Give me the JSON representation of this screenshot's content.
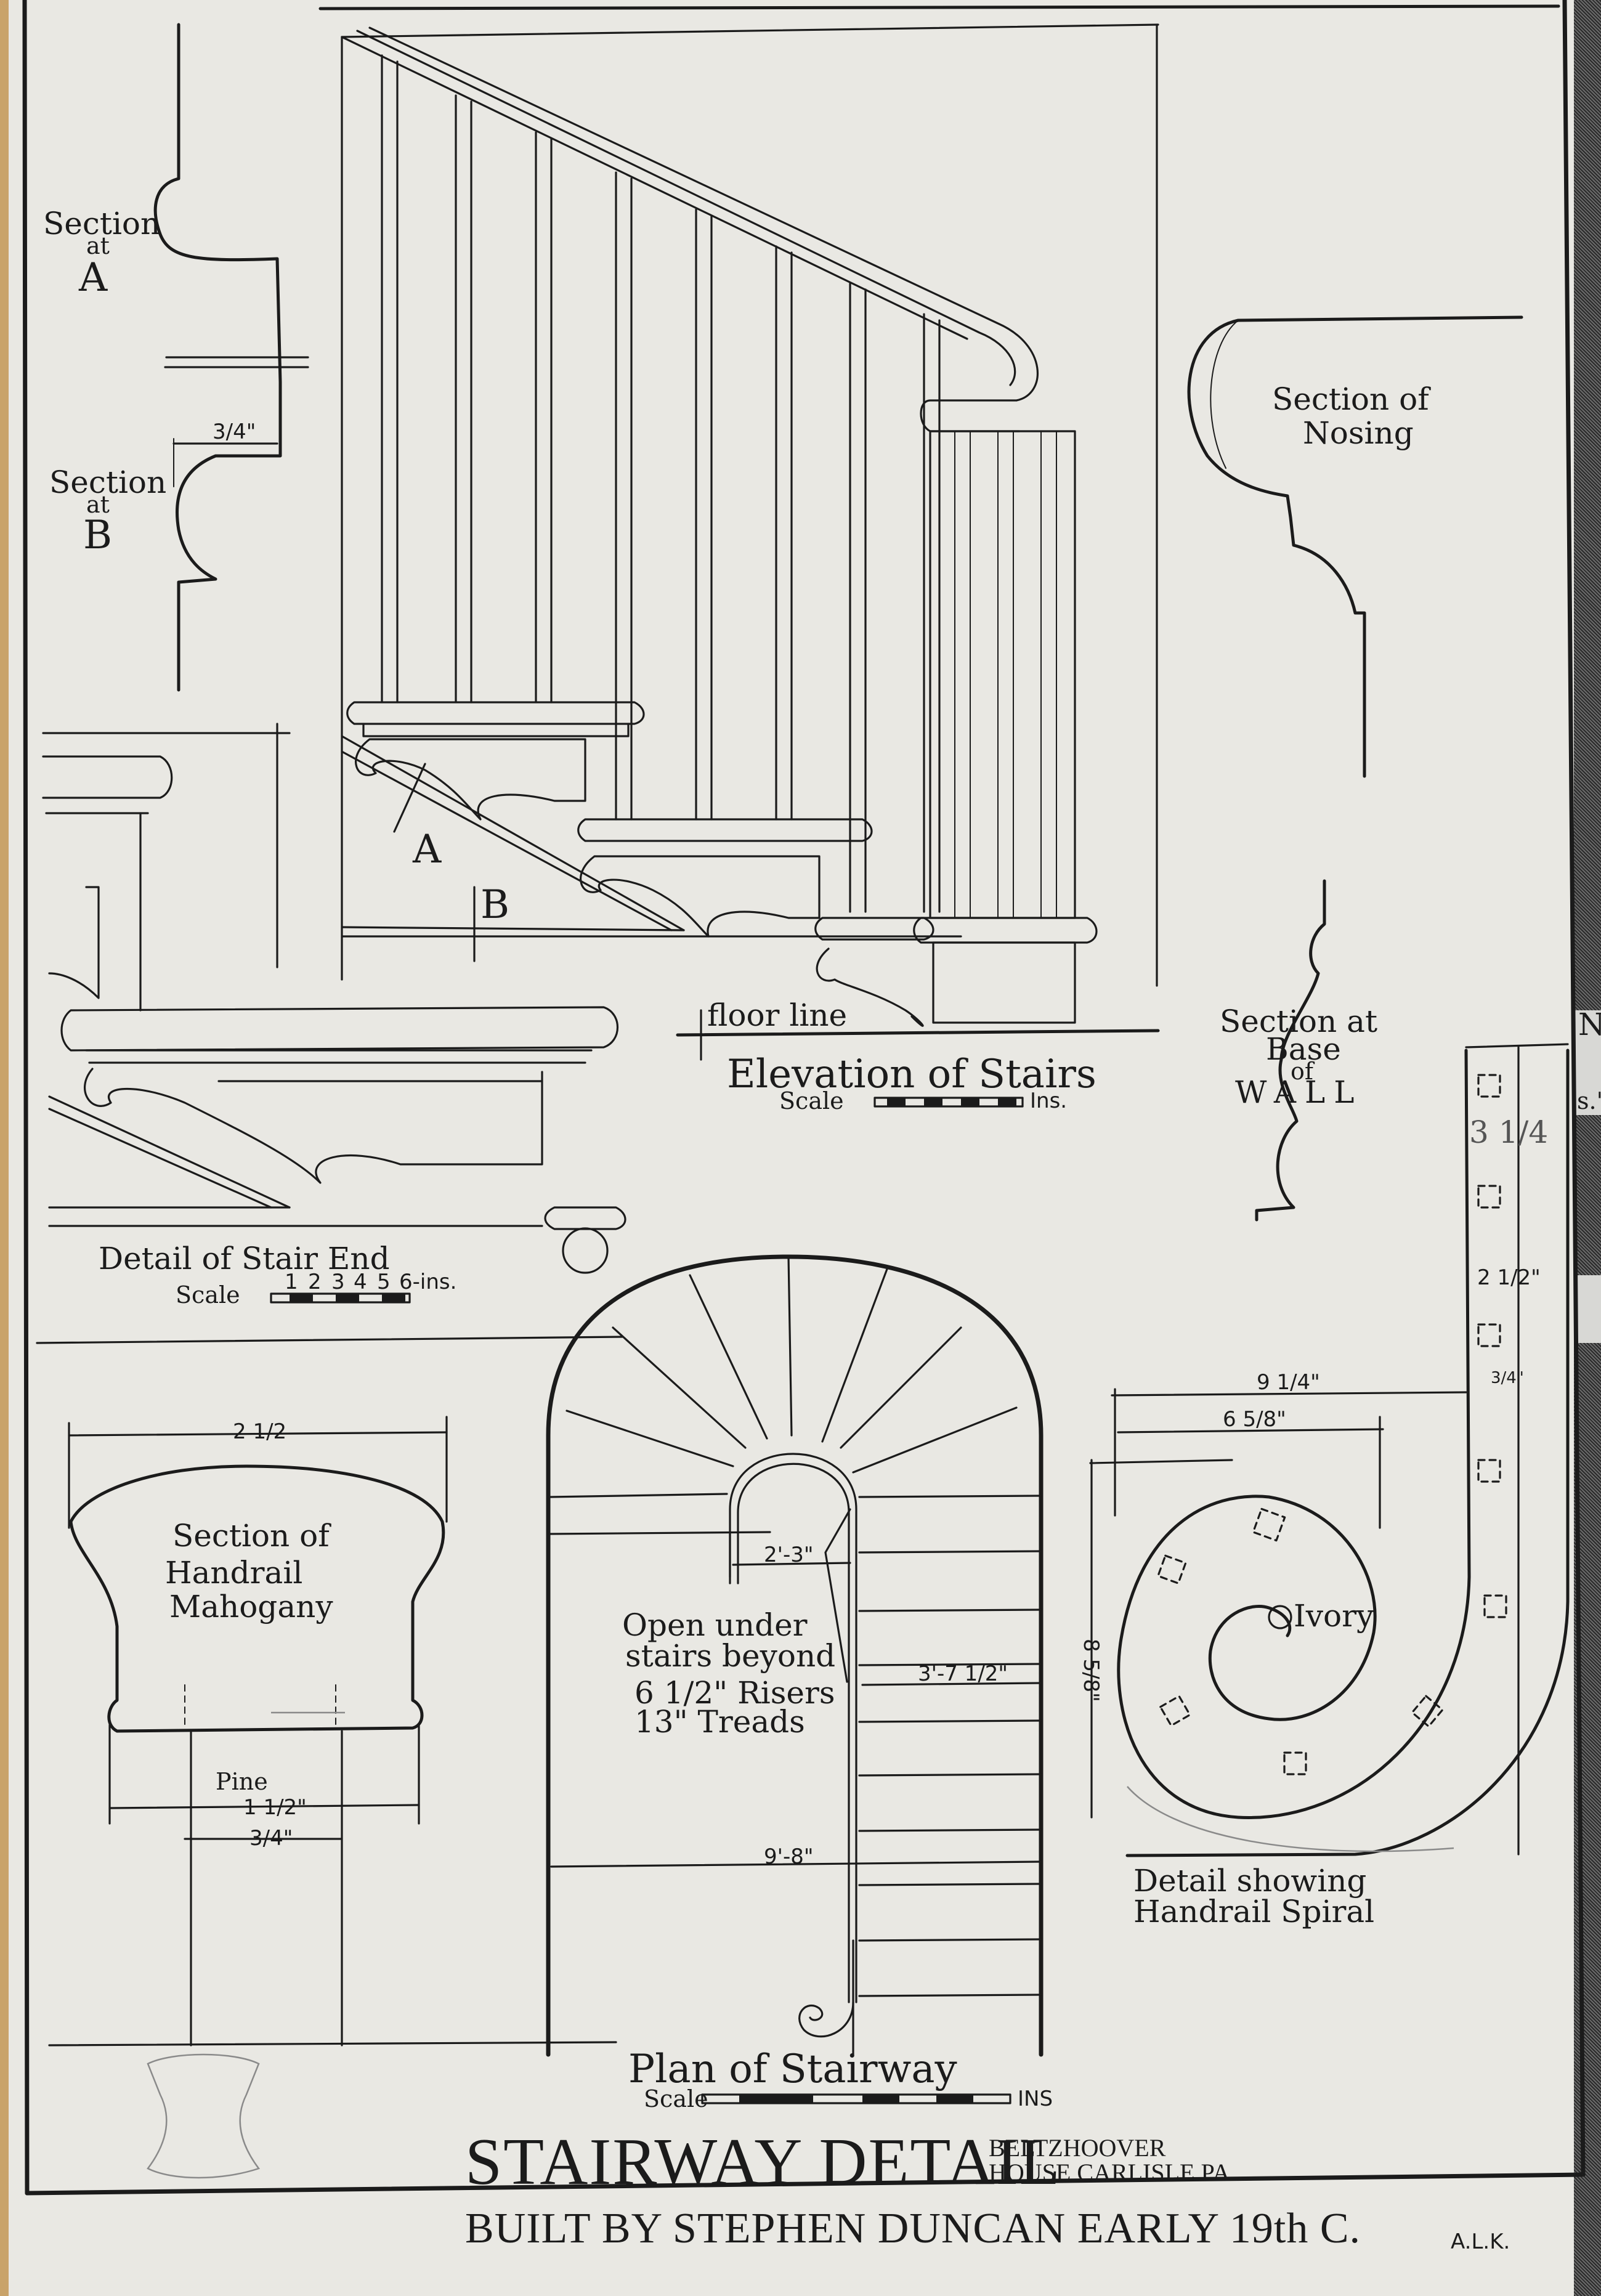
{
  "sheet": {
    "title": "STAIRWAY DETAIL",
    "location_line1": "BELTZHOOVER",
    "location_line2": "HOUSE CARLISLE PA",
    "subtitle": "BUILT BY STEPHEN DUNCAN EARLY 19th C.",
    "initials": "A.L.K.",
    "paper_color": "#e9e8e3",
    "ink_color": "#1b1b1b"
  },
  "section_a": {
    "line1": "Section",
    "line2": "at",
    "line3": "A",
    "dimension": "3/4\""
  },
  "section_b": {
    "line1": "Section",
    "line2": "at",
    "line3": "B"
  },
  "section_nosing": {
    "line1": "Section of",
    "line2": "Nosing"
  },
  "elevation": {
    "floor_label": "floor line",
    "title": "Elevation of Stairs",
    "scale_label": "Scale",
    "scale_unit": "Ins.",
    "marker_a": "A",
    "marker_b": "B"
  },
  "section_wall": {
    "line1": "Section at",
    "line2": "Base",
    "line3": "of",
    "line4": "WALL"
  },
  "stair_end": {
    "title": "Detail of Stair End",
    "scale_label": "Scale",
    "scale_ticks": [
      "1",
      "2",
      "3",
      "4",
      "5",
      "6-ins."
    ]
  },
  "handrail_section": {
    "line1": "Section of",
    "line2": "Handrail",
    "line3": "Mahogany",
    "width_dim": "2 1/2",
    "pine_label": "Pine",
    "pine_dim": "1 1/2\"",
    "baluster_dim": "3/4\""
  },
  "plan": {
    "title": "Plan of Stairway",
    "scale_label": "Scale",
    "scale_unit": "INS",
    "well_dim": "2'-3\"",
    "note_line1": "Open under",
    "note_line2": "stairs beyond",
    "risers": "6 1/2\" Risers",
    "treads": "13\" Treads",
    "run_width": "3'-7 1/2\"",
    "overall_width": "9'-8\""
  },
  "spiral_detail": {
    "title_line1": "Detail showing",
    "title_line2": "Handrail Spiral",
    "dim_outer": "9 1/4\"",
    "dim_inner": "6 5/8\"",
    "dim_height": "8 5/8\"",
    "ivory_label": "Ivory",
    "rail_dim": "3 1/4",
    "rail_width": "2 1/2\"",
    "baluster_dim": "3/4\""
  },
  "margin_fragments": {
    "right_top": "N",
    "right_mid": "s.\""
  }
}
